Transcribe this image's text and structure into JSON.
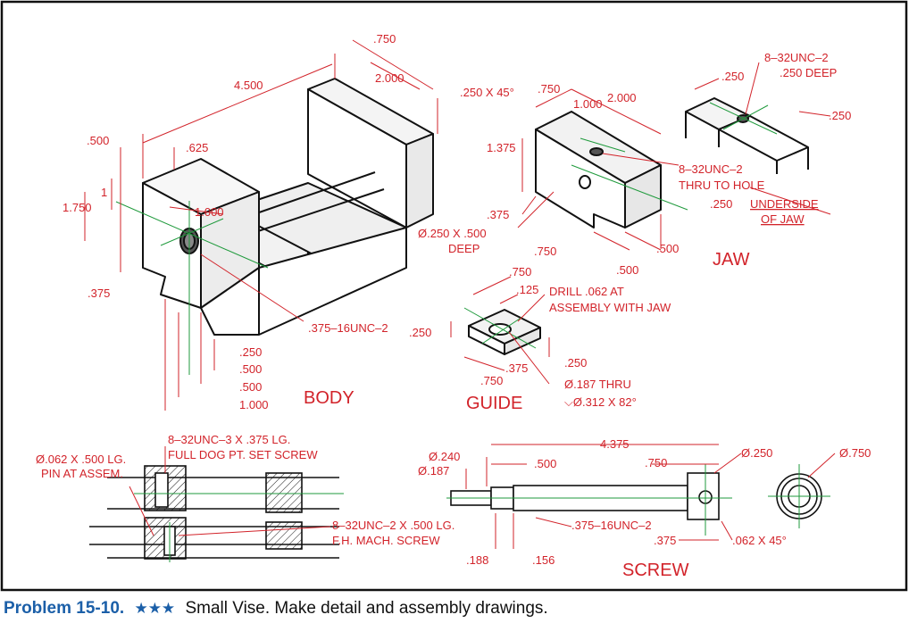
{
  "caption": {
    "problem": "Problem 15-10.",
    "stars": "★★★",
    "text": "Small Vise. Make detail and assembly drawings."
  },
  "views": {
    "body": "BODY",
    "jaw": "JAW",
    "guide": "GUIDE",
    "screw": "SCREW"
  },
  "body_dims": {
    "d750": ".750",
    "d4500": "4.500",
    "d2000": "2.000",
    "chamfer": ".250 X 45°",
    "d500": ".500",
    "d625": ".625",
    "d1": "1",
    "d1750": "1.750",
    "d1000": "1.000",
    "d375": ".375",
    "thread": ".375–16UNC–2",
    "b250": ".250",
    "b500a": ".500",
    "b500b": ".500",
    "b1000": "1.000"
  },
  "jaw_dims": {
    "d750": ".750",
    "d1000": "1.000",
    "d2000": "2.000",
    "d1375": "1.375",
    "d375": ".375",
    "hole_l1": "Ø.250 X .500",
    "hole_l2": "DEEP",
    "thru_l1": "8–32UNC–2",
    "thru_l2": "THRU TO HOLE",
    "d250": ".250",
    "d750b": ".750",
    "d500": ".500",
    "d500b": ".500",
    "tap_l1": "8–32UNC–2",
    "tap_l2": ".250 DEEP",
    "u250": ".250",
    "u250b": ".250",
    "underside_l1": "UNDERSIDE",
    "underside_l2": "OF JAW"
  },
  "guide_dims": {
    "d750": ".750",
    "d125": ".125",
    "drill_l1": "DRILL .062 AT",
    "drill_l2": "ASSEMBLY WITH JAW",
    "d250": ".250",
    "d375": ".375",
    "d750b": ".750",
    "d250b": ".250",
    "thru": "Ø.187 THRU",
    "csk": "⌵Ø.312 X 82°"
  },
  "assembly": {
    "set_l1": "8–32UNC–3 X .375 LG.",
    "set_l2": "FULL DOG PT. SET SCREW",
    "pin_l1": "Ø.062 X .500 LG.",
    "pin_l2": "PIN AT ASSEM.",
    "fh_l1": "8–32UNC–2 X .500 LG.",
    "fh_l2": "F.H. MACH. SCREW"
  },
  "screw_dims": {
    "d240": "Ø.240",
    "d187": "Ø.187",
    "d500": ".500",
    "d4375": "4.375",
    "d750": ".750",
    "d250": "Ø.250",
    "d750c": "Ø.750",
    "thread": ".375–16UNC–2",
    "d375": ".375",
    "chamfer": ".062 X 45°",
    "d188": ".188",
    "d156": ".156"
  },
  "colors": {
    "border": "#111111",
    "dimension_red": "#d2232a",
    "centerline_green": "#1f9a3c",
    "caption_blue": "#1b5fa8"
  }
}
